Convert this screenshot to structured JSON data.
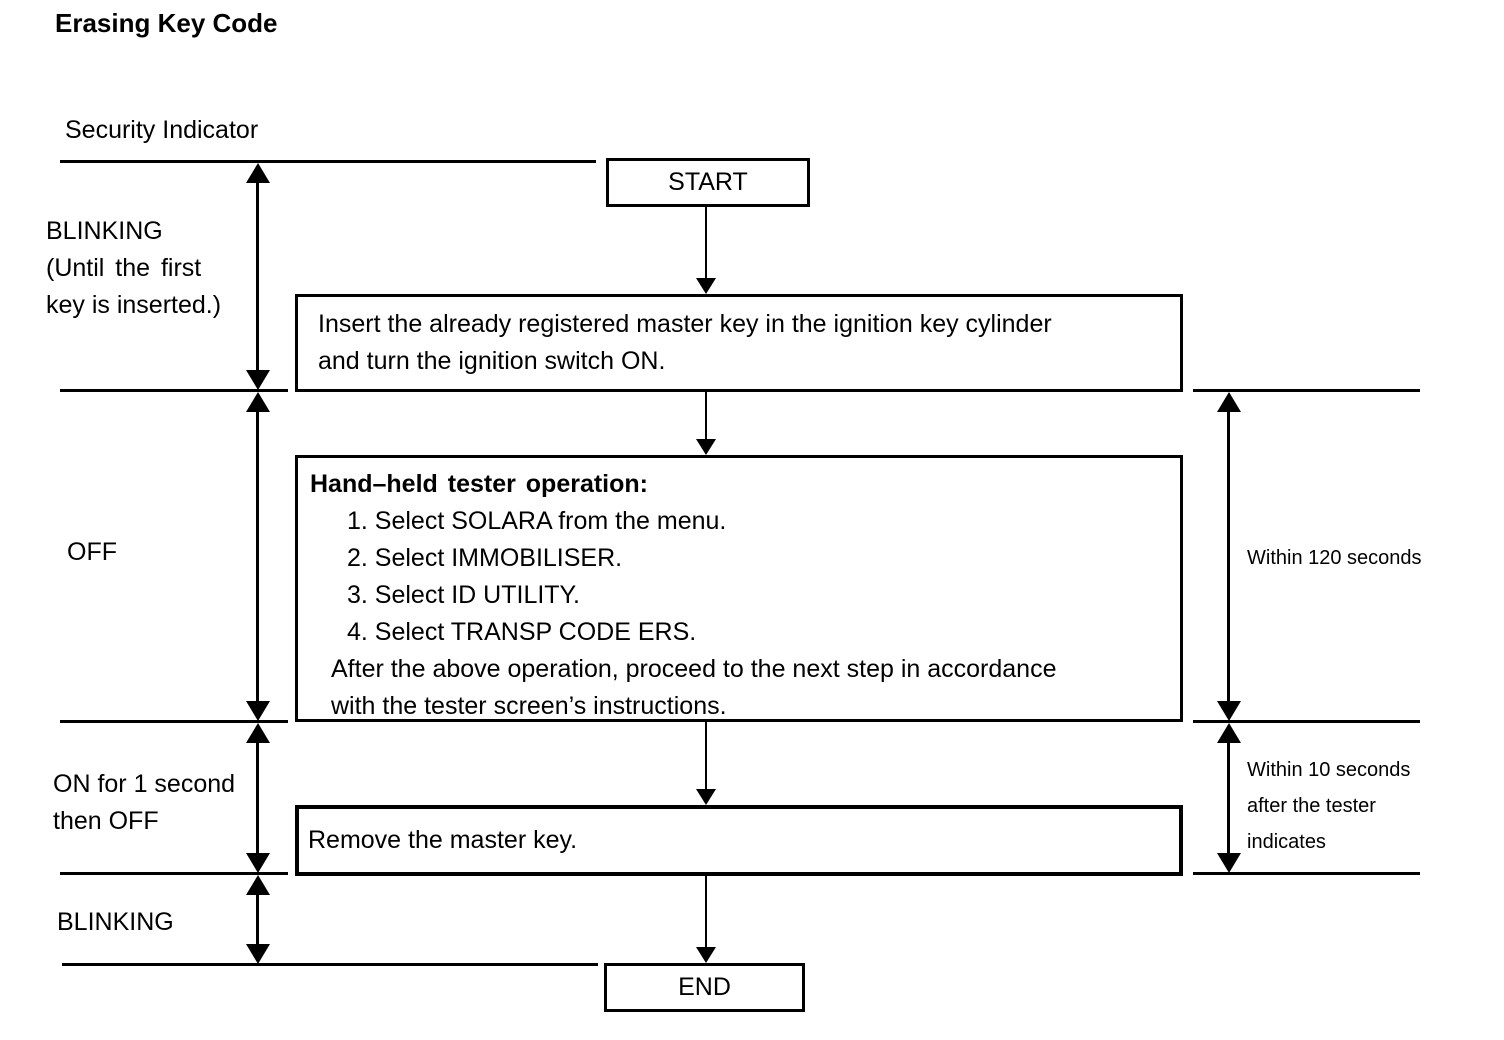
{
  "title": "Erasing Key Code",
  "security_indicator": {
    "label": "Security Indicator"
  },
  "flowchart": {
    "start_label": "START",
    "insert_key_step": {
      "line1": "Insert the already registered master key in the ignition key cylinder",
      "line2": "and turn the ignition switch ON."
    },
    "tester_step": {
      "heading": "Hand–held tester operation:",
      "items": [
        "1. Select SOLARA from the menu.",
        "2. Select IMMOBILISER.",
        "3. Select ID UTILITY.",
        "4. Select TRANSP CODE ERS."
      ],
      "note_line1": "After the above operation, proceed to the next step in accordance",
      "note_line2": "with the tester screen’s instructions."
    },
    "remove_key_step": {
      "label": "Remove the master key."
    },
    "end_label": "END"
  },
  "left_timeline": {
    "blinking_first": {
      "line1": "BLINKING",
      "line2": "(Until the first",
      "line3": "key is inserted.)"
    },
    "off": {
      "label": "OFF"
    },
    "on_then_off": {
      "line1": "ON for 1 second",
      "line2": "then OFF"
    },
    "blinking_last": {
      "label": "BLINKING"
    }
  },
  "right_timeline": {
    "within_120": {
      "label": "Within 120 seconds"
    },
    "within_10": {
      "line1": "Within 10 seconds",
      "line2": "after the tester",
      "line3": "indicates"
    }
  }
}
